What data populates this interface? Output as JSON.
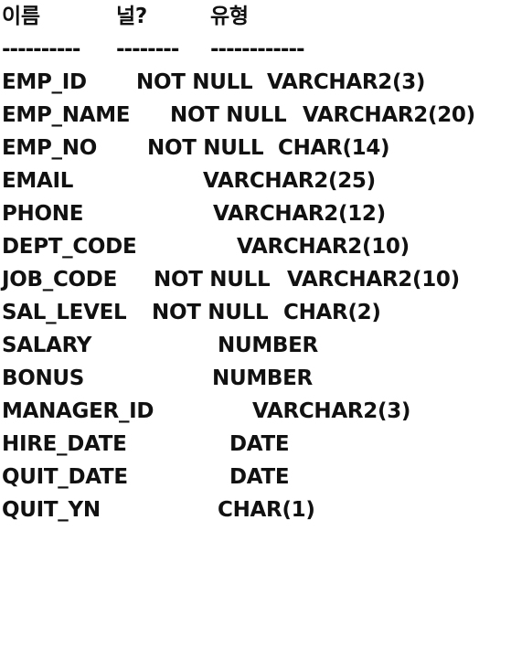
{
  "header": {
    "name_label": "이름",
    "null_label": "널?",
    "type_label": "유형"
  },
  "separator": {
    "name": "----------",
    "null": "--------",
    "type": "------------"
  },
  "columns": [
    {
      "name": "EMP_ID",
      "nullable": "NOT NULL",
      "type": "VARCHAR2(3)"
    },
    {
      "name": "EMP_NAME",
      "nullable": "NOT NULL",
      "type": "VARCHAR2(20)"
    },
    {
      "name": "EMP_NO",
      "nullable": "NOT NULL",
      "type": "CHAR(14)"
    },
    {
      "name": "EMAIL",
      "nullable": "",
      "type": "VARCHAR2(25)"
    },
    {
      "name": "PHONE",
      "nullable": "",
      "type": "VARCHAR2(12)"
    },
    {
      "name": "DEPT_CODE",
      "nullable": "",
      "type": "VARCHAR2(10)"
    },
    {
      "name": "JOB_CODE",
      "nullable": "NOT NULL",
      "type": "VARCHAR2(10)"
    },
    {
      "name": "SAL_LEVEL",
      "nullable": "NOT NULL",
      "type": "CHAR(2)"
    },
    {
      "name": "SALARY",
      "nullable": "",
      "type": "NUMBER"
    },
    {
      "name": "BONUS",
      "nullable": "",
      "type": "NUMBER"
    },
    {
      "name": "MANAGER_ID",
      "nullable": "",
      "type": "VARCHAR2(3)"
    },
    {
      "name": "HIRE_DATE",
      "nullable": "",
      "type": "DATE"
    },
    {
      "name": "QUIT_DATE",
      "nullable": "",
      "type": "DATE"
    },
    {
      "name": "QUIT_YN",
      "nullable": "",
      "type": "CHAR(1)"
    }
  ]
}
